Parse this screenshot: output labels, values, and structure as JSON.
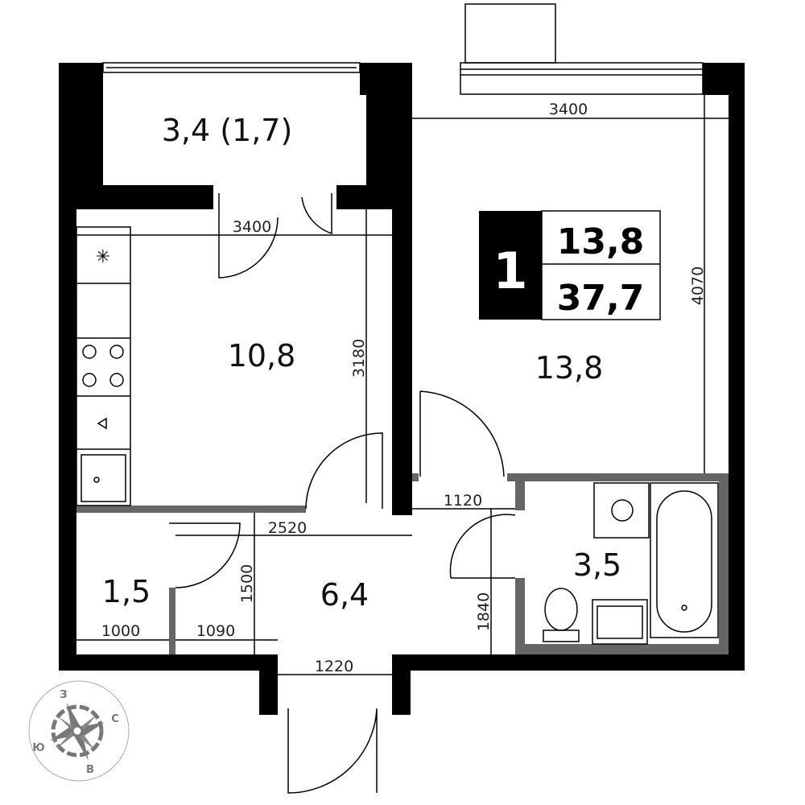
{
  "rooms": {
    "balcony": "3,4 (1,7)",
    "kitchen": "10,8",
    "living_room": "13,8",
    "wc": "1,5",
    "hall": "6,4",
    "bathroom": "3,5"
  },
  "badge": {
    "rooms_count": "1",
    "living_area": "13,8",
    "total_area": "37,7"
  },
  "dimensions": {
    "room_width": "3400",
    "kitchen_width": "3400",
    "kitchen_depth": "3180",
    "room_depth": "4070",
    "hall_width": "2520",
    "bath_door": "1120",
    "hall_depth": "1500",
    "bath_depth": "1840",
    "wc_width": "1000",
    "corridor_width": "1090",
    "entry_width": "1220"
  },
  "compass": {
    "west": "З",
    "north": "С",
    "south": "Ю",
    "east": "В"
  }
}
